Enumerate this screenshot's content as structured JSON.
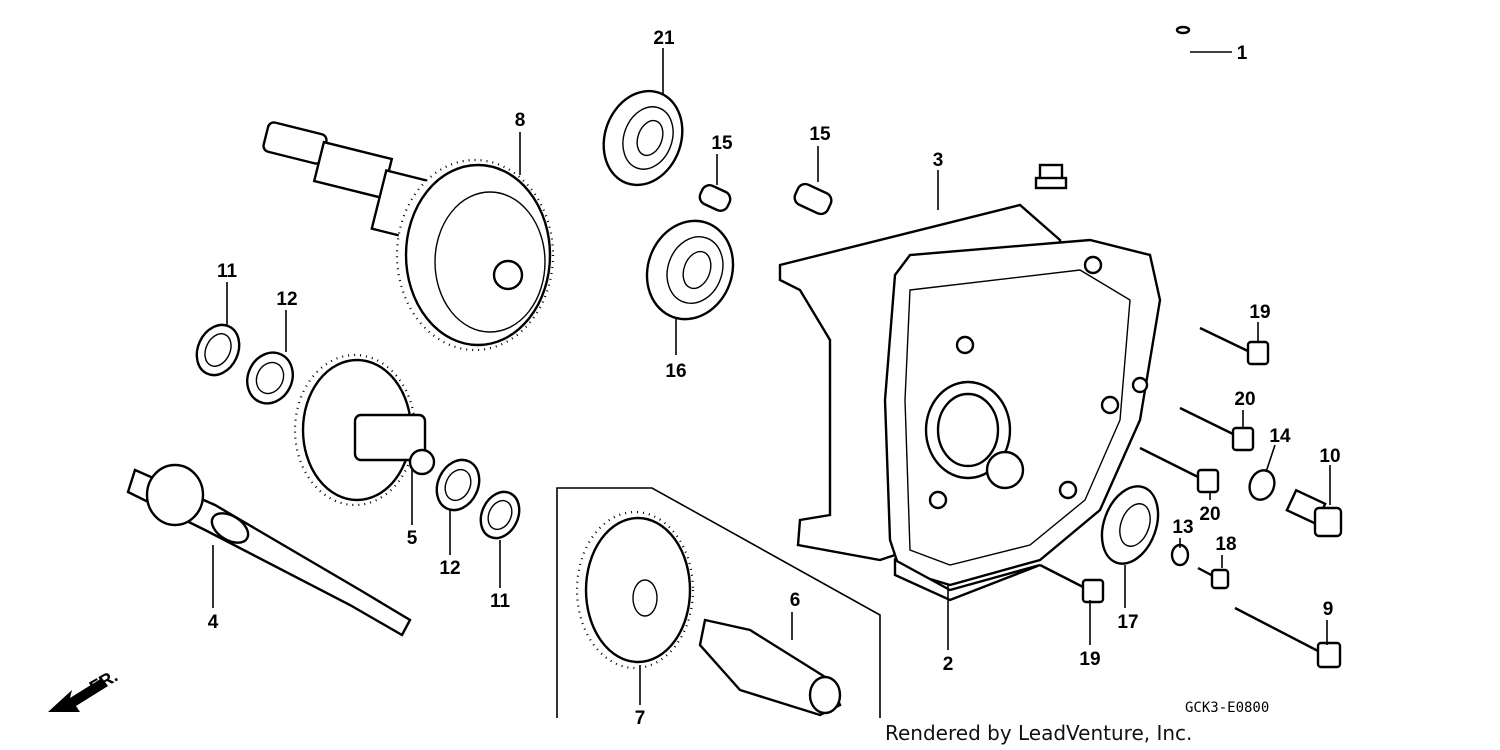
{
  "diagram": {
    "callouts": [
      {
        "id": "c1",
        "text": "1"
      },
      {
        "id": "c2",
        "text": "2"
      },
      {
        "id": "c3",
        "text": "3"
      },
      {
        "id": "c4",
        "text": "4"
      },
      {
        "id": "c5",
        "text": "5"
      },
      {
        "id": "c6",
        "text": "6"
      },
      {
        "id": "c7",
        "text": "7"
      },
      {
        "id": "c8",
        "text": "8"
      },
      {
        "id": "c9",
        "text": "9"
      },
      {
        "id": "c10",
        "text": "10"
      },
      {
        "id": "c11a",
        "text": "11"
      },
      {
        "id": "c11b",
        "text": "11"
      },
      {
        "id": "c12a",
        "text": "12"
      },
      {
        "id": "c12b",
        "text": "12"
      },
      {
        "id": "c13",
        "text": "13"
      },
      {
        "id": "c14",
        "text": "14"
      },
      {
        "id": "c15a",
        "text": "15"
      },
      {
        "id": "c15b",
        "text": "15"
      },
      {
        "id": "c16",
        "text": "16"
      },
      {
        "id": "c17",
        "text": "17"
      },
      {
        "id": "c18",
        "text": "18"
      },
      {
        "id": "c19a",
        "text": "19"
      },
      {
        "id": "c19b",
        "text": "19"
      },
      {
        "id": "c20a",
        "text": "20"
      },
      {
        "id": "c20b",
        "text": "20"
      },
      {
        "id": "c21",
        "text": "21"
      }
    ],
    "front_arrow_label": "FR.",
    "diagram_code": "GCK3-E0800",
    "credit": "Rendered by LeadVenture, Inc."
  }
}
